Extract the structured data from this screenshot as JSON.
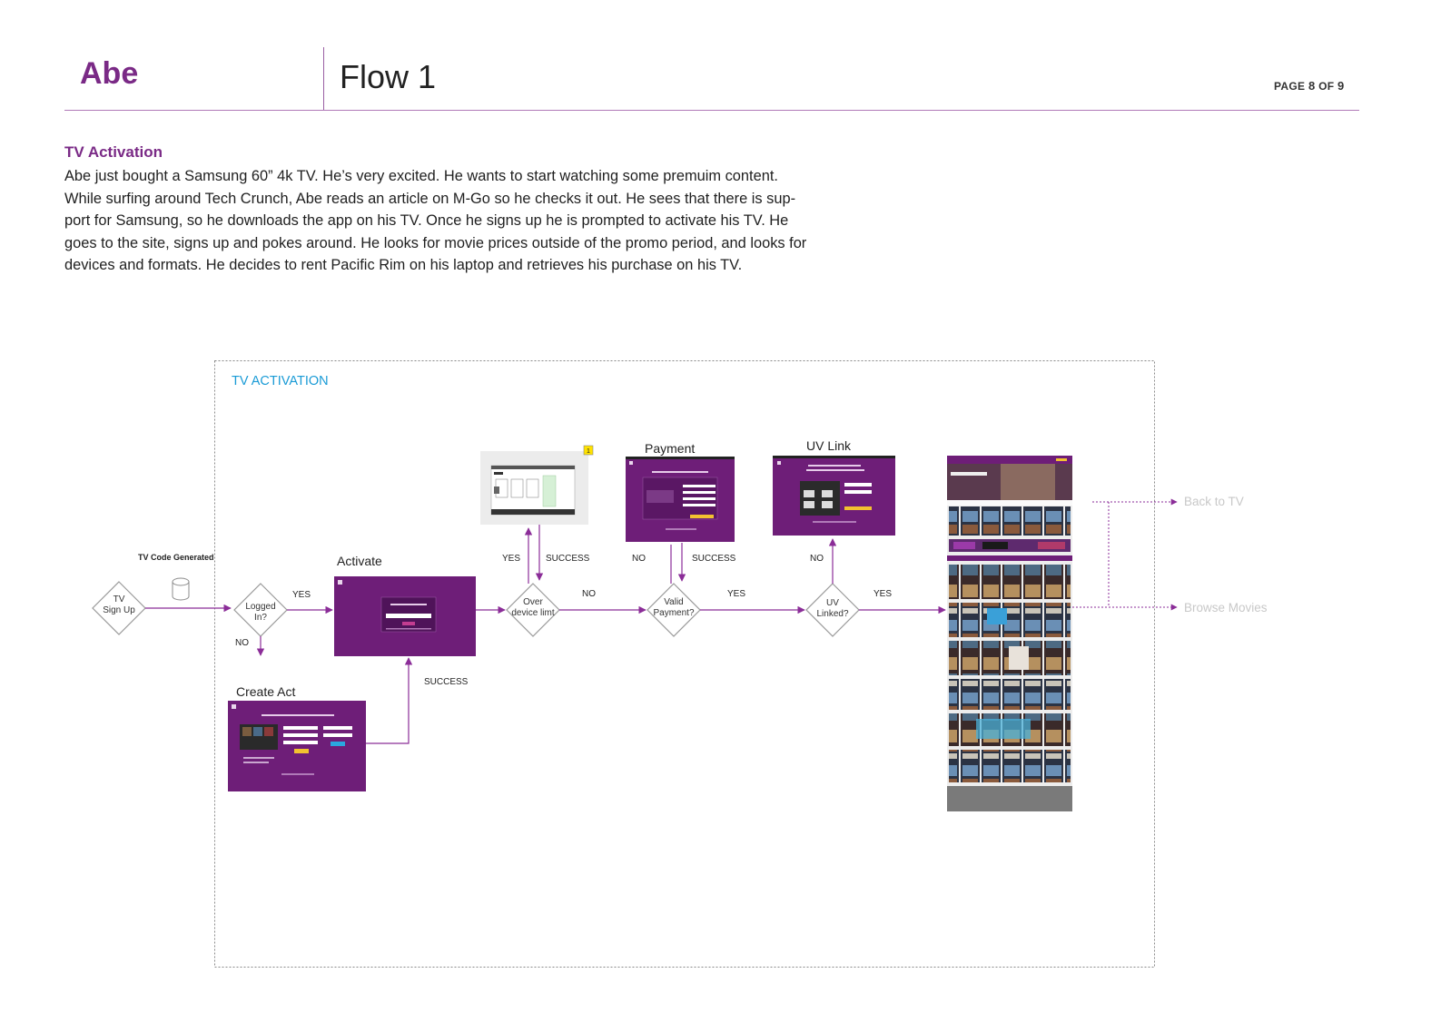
{
  "header": {
    "persona": "Abe",
    "flow_title": "Flow 1",
    "page_prefix": "PAGE ",
    "page_num": "8",
    "page_of": " OF ",
    "page_total": "9"
  },
  "intro": {
    "heading": "TV Activation",
    "lines": [
      "Abe just bought a Samsung 60” 4k TV. He’s very excited. He wants to start watching some premuim content.",
      "While surfing around Tech Crunch, Abe reads an article on M-Go so he checks it out. He sees that there is sup-",
      "port for Samsung, so he downloads the app on his TV. Once he signs up he is prompted to activate his TV. He",
      "goes to the site, signs up and pokes around. He looks for movie prices outside of the promo period, and looks for",
      "devices and formats. He decides to rent Pacific Rim on his laptop and retrieves his purchase on his TV."
    ]
  },
  "diagram": {
    "frame_label": "TV ACTIVATION",
    "tv_code_label": "TV Code Generated",
    "nodes": {
      "tv_signup": [
        "TV",
        "Sign Up"
      ],
      "logged_in": [
        "Logged",
        "In?"
      ],
      "over_limit": [
        "Over",
        "device limt"
      ],
      "valid_payment": [
        "Valid",
        "Payment?"
      ],
      "uv_linked": [
        "UV",
        "Linked?"
      ]
    },
    "screens": {
      "activate": "Activate",
      "create_act": "Create Act",
      "payment": "Payment",
      "uv_link": "UV Link"
    },
    "edge_labels": {
      "logged_yes": "YES",
      "logged_no": "NO",
      "create_success": "SUCCESS",
      "limit_yes": "YES",
      "limit_success": "SUCCESS",
      "limit_no": "NO",
      "pay_no": "NO",
      "pay_success": "SUCCESS",
      "pay_yes": "YES",
      "uv_no": "NO",
      "uv_yes": "YES"
    },
    "outputs": {
      "back_to_tv": "Back to TV",
      "browse_movies": "Browse Movies"
    },
    "note_marker": "1",
    "colors": {
      "flow": "#8b2d98",
      "brand_purple": "#6e1e78",
      "frame_label": "#1a9bd6",
      "faded_text": "#c8c8c8"
    }
  }
}
